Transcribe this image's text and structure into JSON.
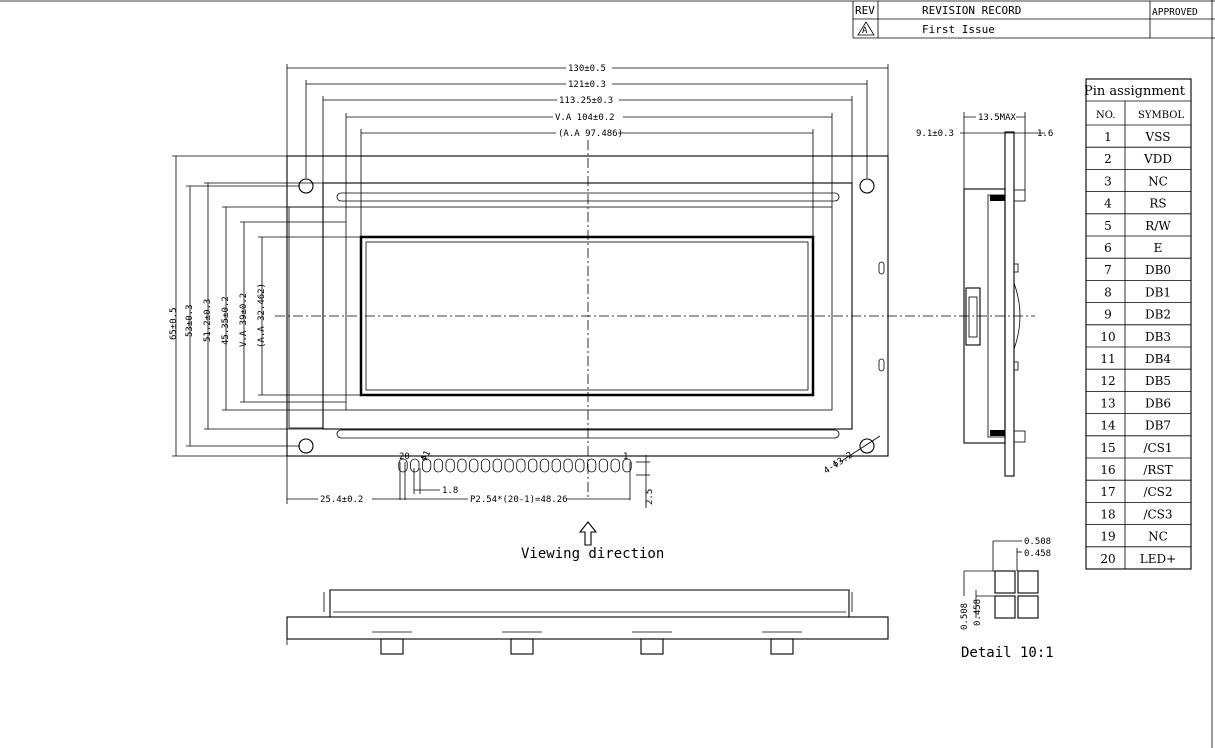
{
  "revision_table": {
    "rev_header": "REV",
    "record_header": "REVISION RECORD",
    "approved_header": "APPROVED",
    "rev_mark": "A",
    "record_entry": "First Issue"
  },
  "pin_table": {
    "title": "Pin assignment",
    "col_no": "NO.",
    "col_symbol": "SYMBOL",
    "pins": [
      {
        "no": "1",
        "symbol": "VSS"
      },
      {
        "no": "2",
        "symbol": "VDD"
      },
      {
        "no": "3",
        "symbol": "NC"
      },
      {
        "no": "4",
        "symbol": "RS"
      },
      {
        "no": "5",
        "symbol": "R/W"
      },
      {
        "no": "6",
        "symbol": "E"
      },
      {
        "no": "7",
        "symbol": "DB0"
      },
      {
        "no": "8",
        "symbol": "DB1"
      },
      {
        "no": "9",
        "symbol": "DB2"
      },
      {
        "no": "10",
        "symbol": "DB3"
      },
      {
        "no": "11",
        "symbol": "DB4"
      },
      {
        "no": "12",
        "symbol": "DB5"
      },
      {
        "no": "13",
        "symbol": "DB6"
      },
      {
        "no": "14",
        "symbol": "DB7"
      },
      {
        "no": "15",
        "symbol": "/CS1"
      },
      {
        "no": "16",
        "symbol": "/RST"
      },
      {
        "no": "17",
        "symbol": "/CS2"
      },
      {
        "no": "18",
        "symbol": "/CS3"
      },
      {
        "no": "19",
        "symbol": "NC"
      },
      {
        "no": "20",
        "symbol": "LED+"
      }
    ]
  },
  "front_view": {
    "dim_width_outline": "130±0.5",
    "dim_width_holes": "121±0.3",
    "dim_width_bezel": "113.25±0.3",
    "dim_width_va": "V.A 104±0.2",
    "dim_width_aa": "(A.A 97.486)",
    "dim_height_outline": "65±0.5",
    "dim_height_holes": "53±0.3",
    "dim_height_bezel": "51.2±0.3",
    "dim_height_inner": "45.35±0.2",
    "dim_height_va": "V.A 39±0.2",
    "dim_height_aa": "(A.A 32.462)",
    "dim_pin1_offset": "25.4±0.2",
    "dim_pitch": "P2.54*(20-1)=48.26",
    "dim_pin_pad": "1.8",
    "dim_pad_height": "2.5",
    "dim_hole": "4-Φ3.2",
    "pin_label_left": "20",
    "pin_label_pad": "Φ1",
    "pin_label_right": "1",
    "viewing_direction": "Viewing direction"
  },
  "side_view": {
    "dim_max": "13.5MAX",
    "dim_pcb": "9.1±0.3",
    "dim_thk": "1.6"
  },
  "detail": {
    "dim_a": "0.508",
    "dim_b": "0.458",
    "dim_c": "0.508",
    "dim_d": "0.458",
    "caption": "Detail 10:1"
  }
}
